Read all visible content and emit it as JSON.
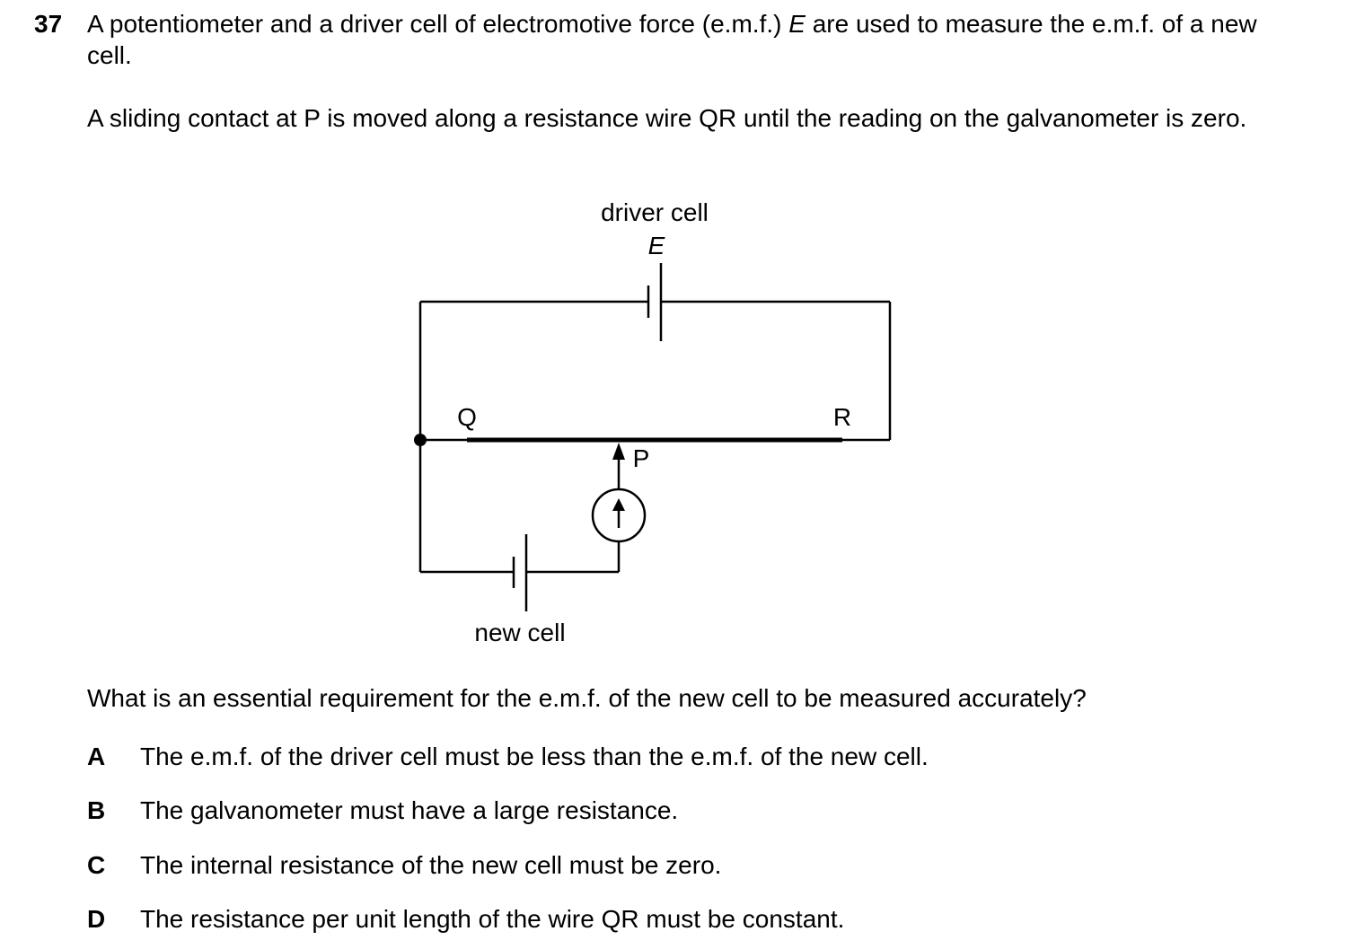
{
  "question": {
    "number": "37",
    "intro_part1": "A potentiometer and a driver cell of electromotive force (e.m.f.) ",
    "intro_symbol": "E",
    "intro_part2": " are used to measure the e.m.f. of a new cell.",
    "setup": "A sliding contact at P is moved along a resistance wire QR until the reading on the galvanometer is zero.",
    "prompt": "What is an essential requirement for the e.m.f. of the new cell to be measured accurately?"
  },
  "diagram": {
    "driver_label": "driver cell",
    "driver_symbol": "E",
    "label_q": "Q",
    "label_r": "R",
    "label_p": "P",
    "new_cell_label": "new cell"
  },
  "options": [
    {
      "letter": "A",
      "text": "The e.m.f. of the driver cell must be less than the e.m.f. of the new cell."
    },
    {
      "letter": "B",
      "text": "The galvanometer must have a large resistance."
    },
    {
      "letter": "C",
      "text": "The internal resistance of the new cell must be zero."
    },
    {
      "letter": "D",
      "text": "The resistance per unit length of the wire QR must be constant."
    }
  ]
}
